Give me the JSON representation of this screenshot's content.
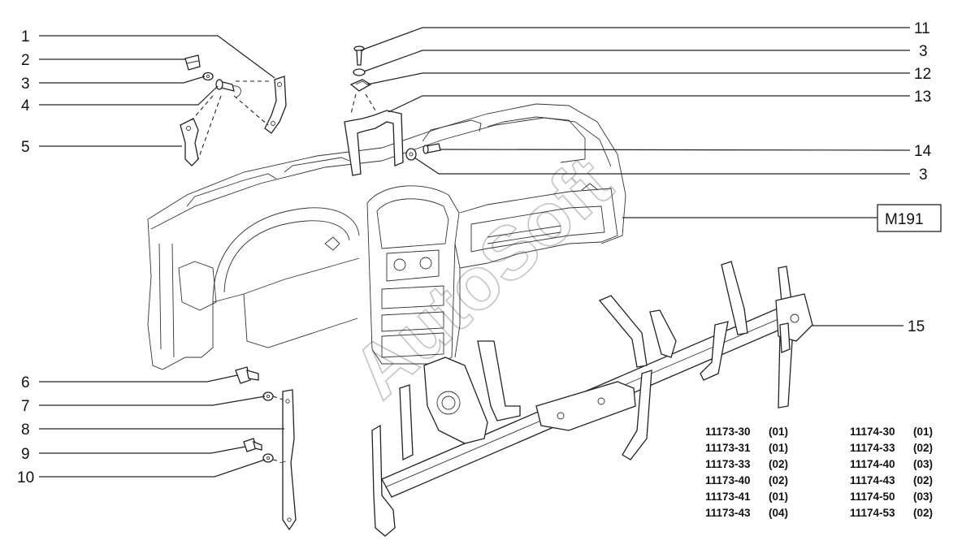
{
  "callouts_left": [
    {
      "id": "1",
      "label": "1"
    },
    {
      "id": "2",
      "label": "2"
    },
    {
      "id": "3",
      "label": "3"
    },
    {
      "id": "4",
      "label": "4"
    },
    {
      "id": "5",
      "label": "5"
    },
    {
      "id": "6",
      "label": "6"
    },
    {
      "id": "7",
      "label": "7"
    },
    {
      "id": "8",
      "label": "8"
    },
    {
      "id": "9",
      "label": "9"
    },
    {
      "id": "10",
      "label": "10"
    }
  ],
  "callouts_right": [
    {
      "id": "11",
      "label": "11"
    },
    {
      "id": "3b",
      "label": "3"
    },
    {
      "id": "12",
      "label": "12"
    },
    {
      "id": "13",
      "label": "13"
    },
    {
      "id": "14",
      "label": "14"
    },
    {
      "id": "3c",
      "label": "3"
    },
    {
      "id": "15",
      "label": "15"
    }
  ],
  "reference_box": {
    "label": "M191"
  },
  "watermark": "AutoSoft",
  "applicability": {
    "column_1": [
      {
        "model": "11173-30",
        "qty": "(01)"
      },
      {
        "model": "11173-31",
        "qty": "(01)"
      },
      {
        "model": "11173-33",
        "qty": "(02)"
      },
      {
        "model": "11173-40",
        "qty": "(02)"
      },
      {
        "model": "11173-41",
        "qty": "(01)"
      },
      {
        "model": "11173-43",
        "qty": "(04)"
      }
    ],
    "column_2": [
      {
        "model": "11174-30",
        "qty": "(01)"
      },
      {
        "model": "11174-33",
        "qty": "(02)"
      },
      {
        "model": "11174-40",
        "qty": "(03)"
      },
      {
        "model": "11174-43",
        "qty": "(02)"
      },
      {
        "model": "11174-50",
        "qty": "(03)"
      },
      {
        "model": "11174-53",
        "qty": "(02)"
      }
    ]
  }
}
